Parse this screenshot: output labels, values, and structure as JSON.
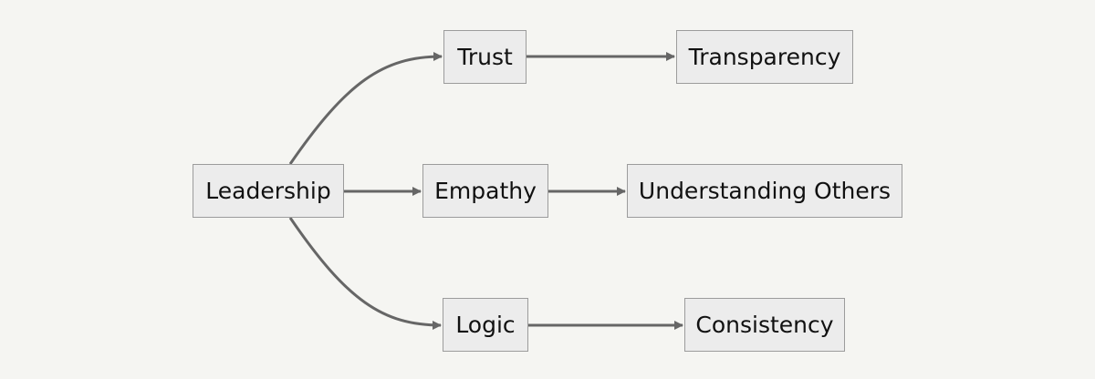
{
  "diagram": {
    "nodes": {
      "leadership": "Leadership",
      "trust": "Trust",
      "empathy": "Empathy",
      "logic": "Logic",
      "transparency": "Transparency",
      "understanding_others": "Understanding Others",
      "consistency": "Consistency"
    },
    "edges": [
      {
        "from": "leadership",
        "to": "trust"
      },
      {
        "from": "leadership",
        "to": "empathy"
      },
      {
        "from": "leadership",
        "to": "logic"
      },
      {
        "from": "trust",
        "to": "transparency"
      },
      {
        "from": "empathy",
        "to": "understanding_others"
      },
      {
        "from": "logic",
        "to": "consistency"
      }
    ]
  },
  "colors": {
    "background": "#f5f5f2",
    "node_fill": "#ececec",
    "node_border": "#9c9c9c",
    "edge": "#666666",
    "text": "#111111"
  }
}
